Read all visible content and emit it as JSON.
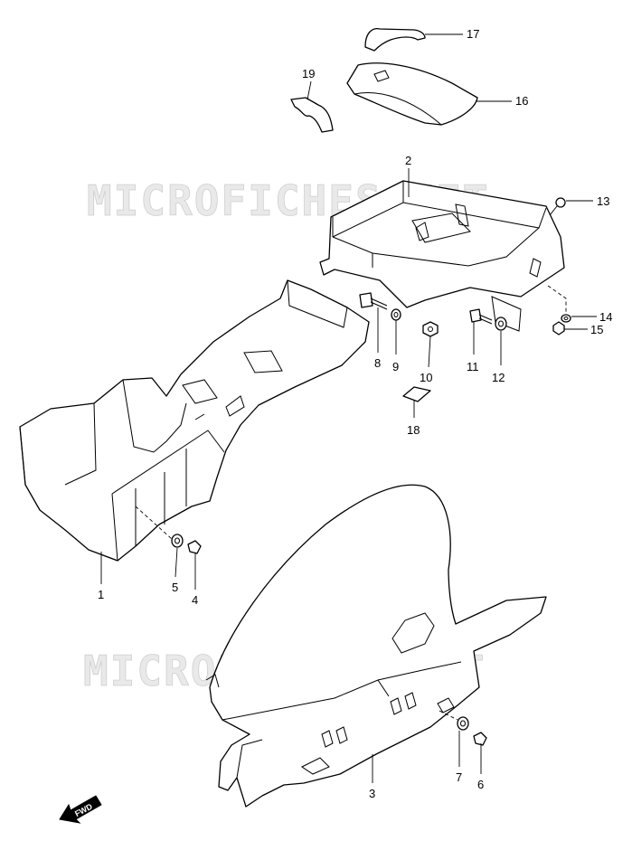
{
  "watermark": "MICROFICHES.NET",
  "direction_marker": "FWD",
  "callouts": {
    "p1": "1",
    "p2": "2",
    "p3": "3",
    "p4": "4",
    "p5": "5",
    "p6": "6",
    "p7": "7",
    "p8": "8",
    "p9": "9",
    "p10": "10",
    "p11": "11",
    "p12": "12",
    "p13": "13",
    "p14": "14",
    "p15": "15",
    "p16": "16",
    "p17": "17",
    "p18": "18",
    "p19": "19"
  }
}
